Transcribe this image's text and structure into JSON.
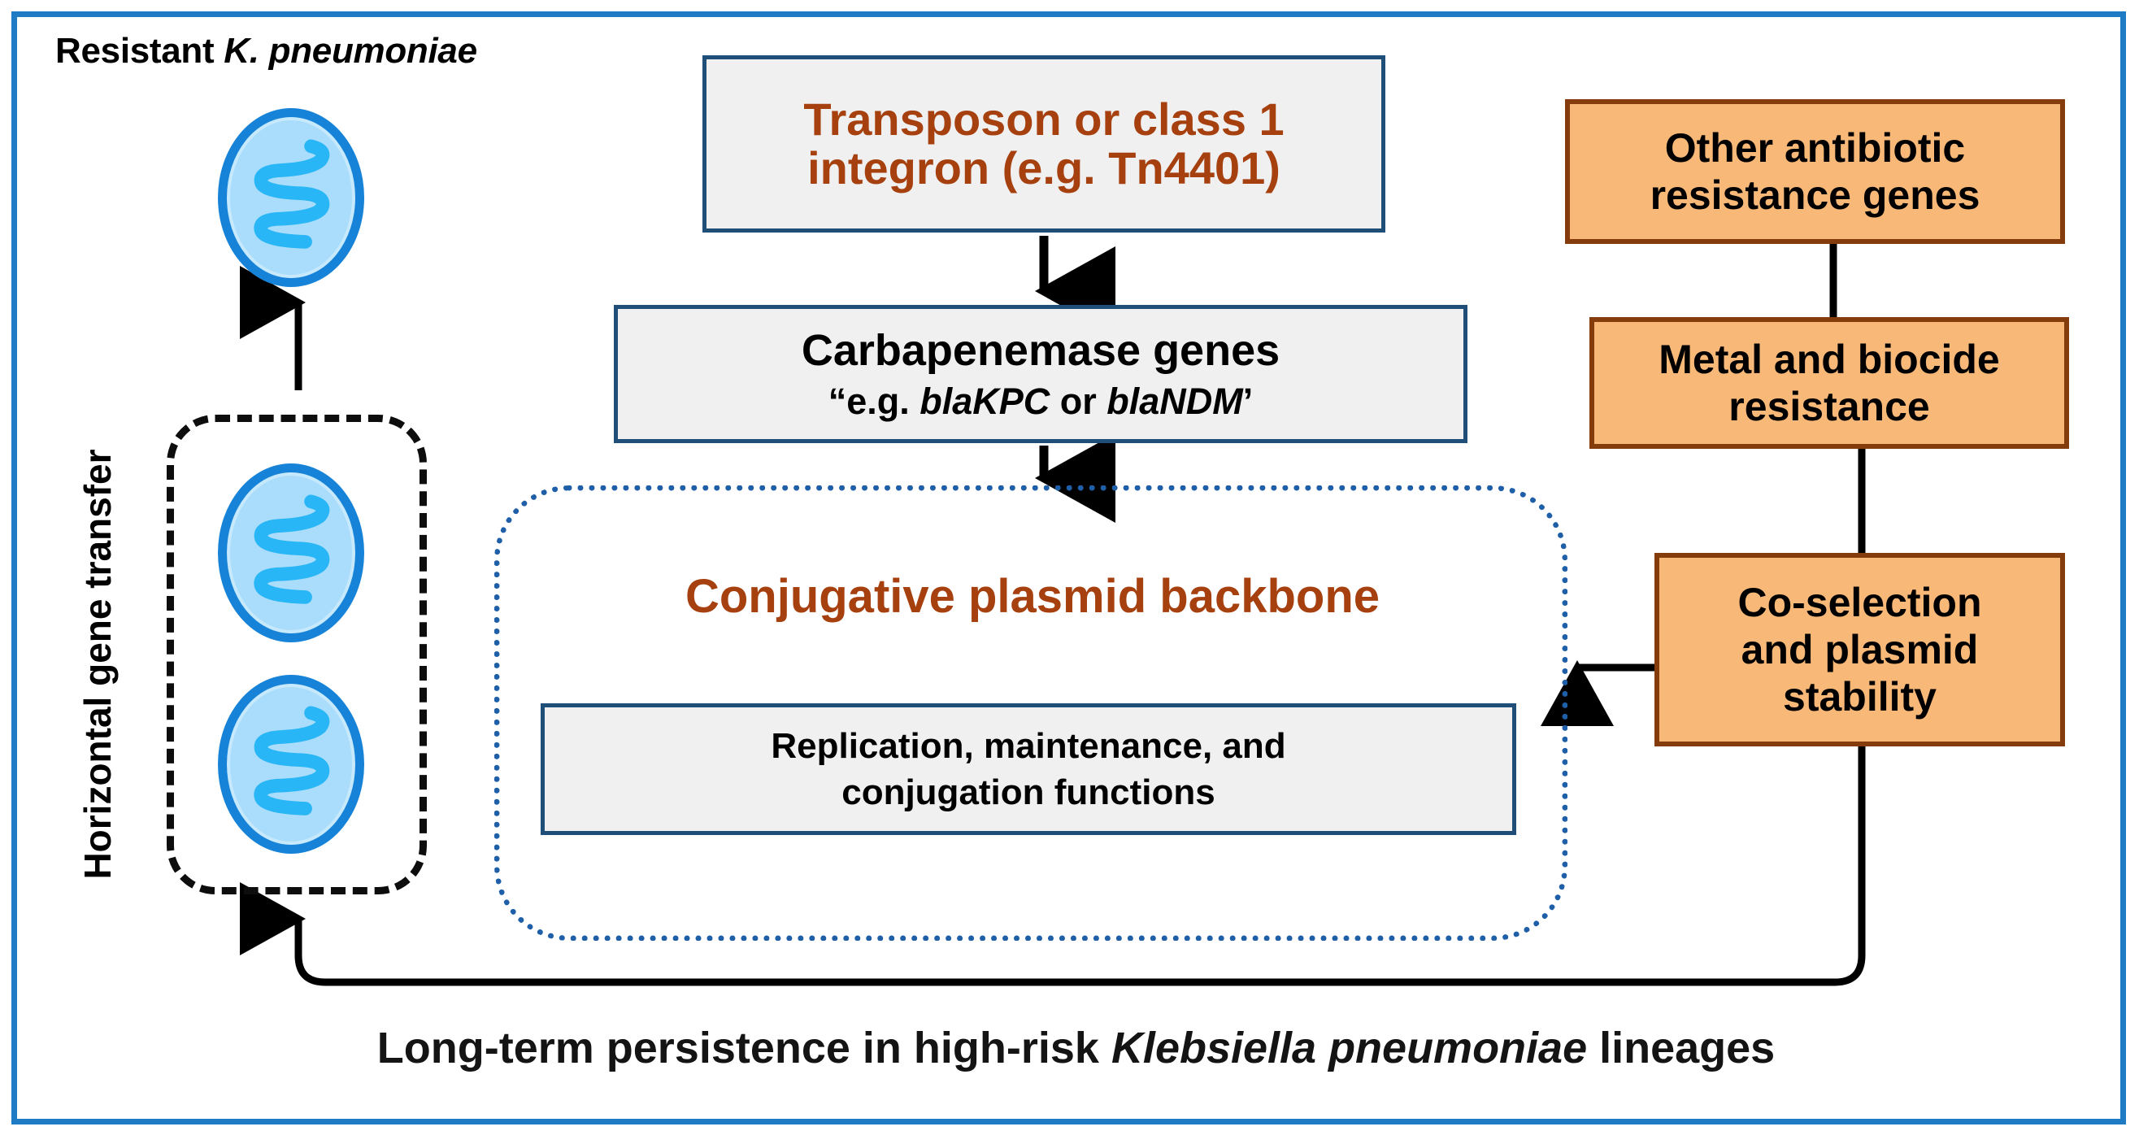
{
  "figure": {
    "frame_color": "#1f7cc4",
    "accent_brown": "#a6400f",
    "orange_fill": "#f8b878",
    "orange_border": "#843c0c",
    "box_border_blue": "#1f4e79",
    "box_fill_grey": "#f0f0f0",
    "cell_fill": "#a9ddfb",
    "cell_ring": "#1683d8",
    "plasmid_color": "#29b6f6"
  },
  "labels": {
    "resistant_strain_prefix": "Resistant ",
    "resistant_strain_species": "K. pneumoniae",
    "horizontal_gene_transfer": "Horizontal gene transfer",
    "bottom_caption_prefix": "Long-term persistence in high-risk ",
    "bottom_caption_species": "Klebsiella pneumoniae",
    "bottom_caption_suffix": " lineages"
  },
  "boxes": {
    "transposon": {
      "text": "Transposon or class 1 integron (e.g. Tn4401)"
    },
    "carbapenemase": {
      "line1": "Carbapenemase genes",
      "line2_prefix": "“e.g. ",
      "line2_gene1": "blaKPC",
      "line2_middle": " or ",
      "line2_gene2": "blaNDM",
      "line2_suffix": "’"
    },
    "plasmid_backbone": {
      "title": "Conjugative plasmid backbone"
    },
    "replication": {
      "line1": "Replication, maintenance, and",
      "line2": "conjugation functions"
    },
    "other_arg": {
      "line1": "Other antibiotic",
      "line2": "resistance genes"
    },
    "metal_biocide": {
      "line1": "Metal and biocide",
      "line2": "resistance"
    },
    "co_selection": {
      "line1": "Co-selection",
      "line2": "and plasmid",
      "line3": "stability"
    }
  },
  "cells": [
    {
      "name": "resistant-recipient-cell"
    },
    {
      "name": "donor-cell"
    },
    {
      "name": "recipient-cell"
    }
  ],
  "connectors": [
    {
      "name": "transposon-to-carbapenemase",
      "style": "solid-arrow-down"
    },
    {
      "name": "carbapenemase-to-backbone",
      "style": "solid-arrow-down"
    },
    {
      "name": "other-arg-to-metal-biocide",
      "style": "solid-line"
    },
    {
      "name": "metal-biocide-to-co-selection",
      "style": "solid-line"
    },
    {
      "name": "co-selection-to-backbone",
      "style": "solid-arrow-left"
    },
    {
      "name": "co-selection-to-cells-feedback",
      "style": "solid-arrow-up-curved"
    },
    {
      "name": "cells-to-resistant-cell",
      "style": "solid-arrow-up"
    }
  ]
}
